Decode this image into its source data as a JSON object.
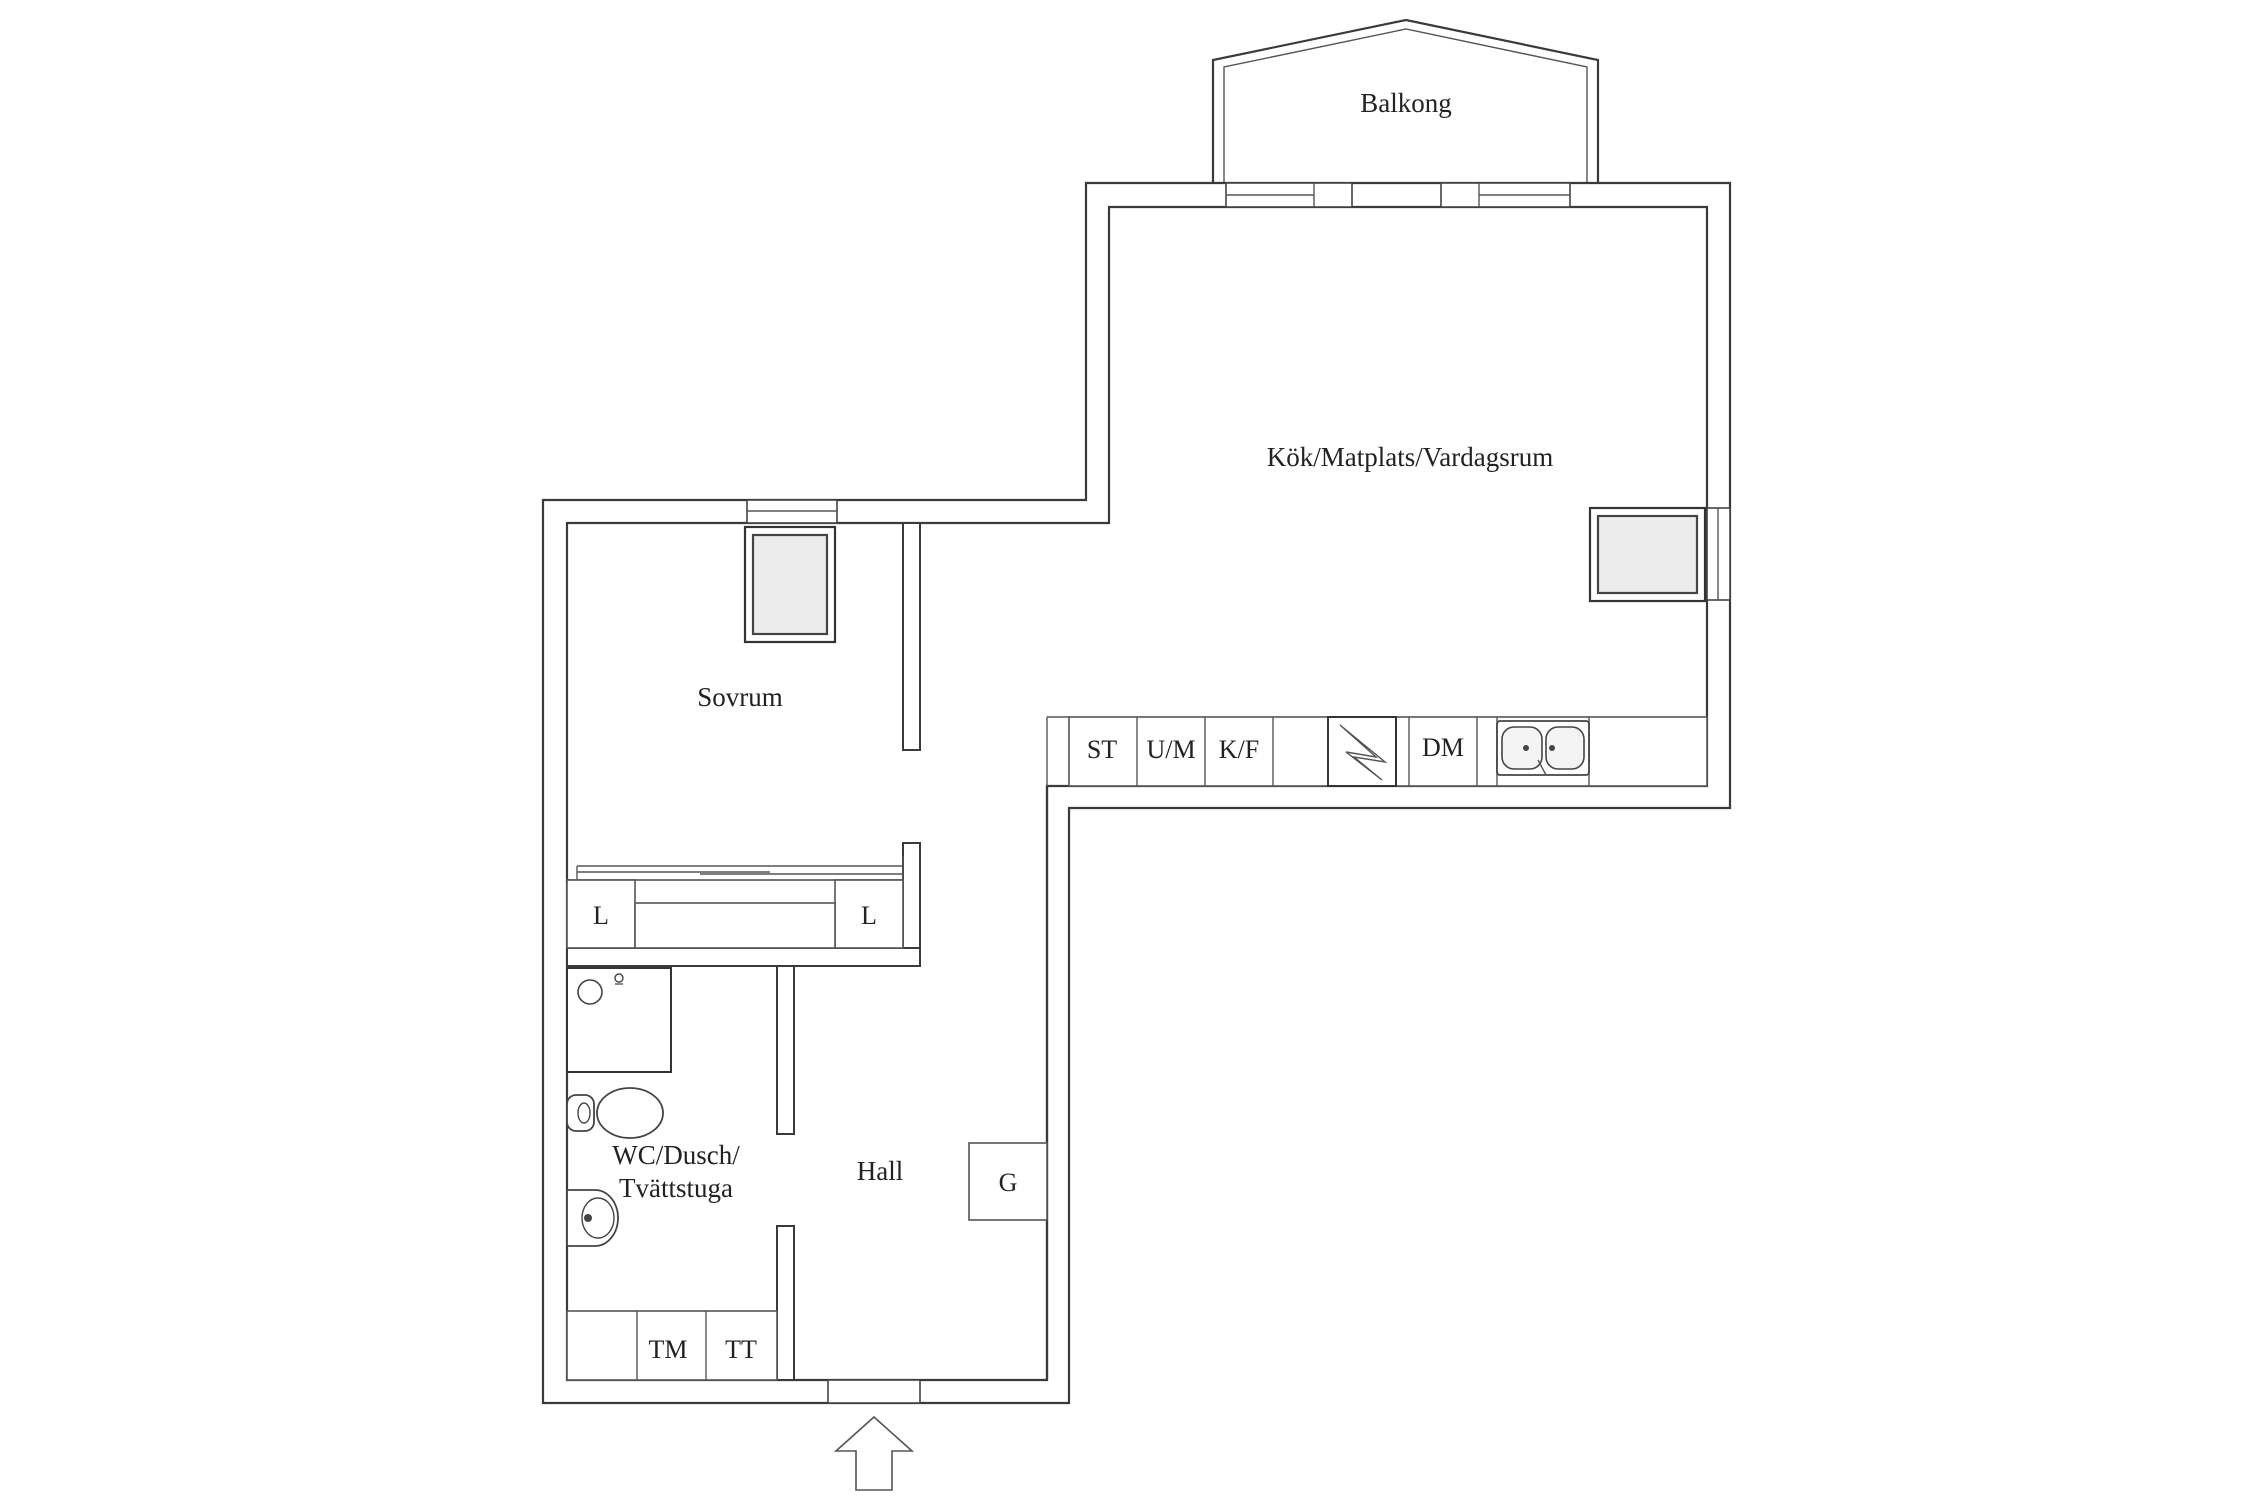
{
  "rooms": {
    "balkong": "Balkong",
    "kok": "Kök/Matplats/Vardagsrum",
    "sovrum": "Sovrum",
    "hall": "Hall",
    "wc_line1": "WC/Dusch/",
    "wc_line2": "Tvättstuga"
  },
  "fixtures": {
    "st": "ST",
    "um": "U/M",
    "kf": "K/F",
    "dm": "DM",
    "l1": "L",
    "l2": "L",
    "g": "G",
    "tm": "TM",
    "tt": "TT"
  },
  "icons": {
    "entrance": "entrance-arrow-icon",
    "fireplace": "chimney-icon",
    "sink": "double-sink-icon",
    "toilet": "toilet-icon",
    "washbasin": "washbasin-icon",
    "shower": "shower-icon"
  },
  "colors": {
    "line": "#3a3a3a",
    "glass": "#ececec"
  }
}
